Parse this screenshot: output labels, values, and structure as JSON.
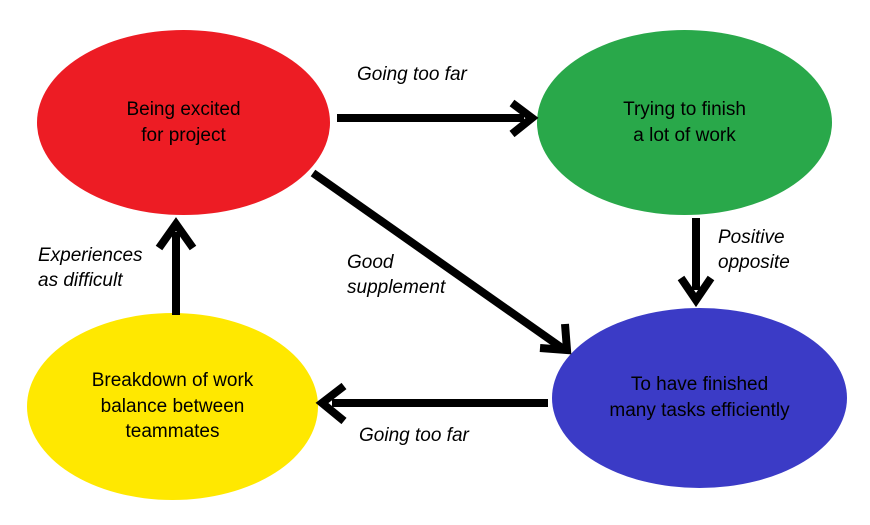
{
  "diagram": {
    "title": "Work motivation cycle diagram",
    "background": "#ffffff",
    "nodes": [
      {
        "id": "excited",
        "label": "Being excited\nfor project",
        "color": "#ED1C24",
        "name": "node-being-excited-for-project"
      },
      {
        "id": "finish",
        "label": "Trying to finish\na lot of work",
        "color": "#29A84A",
        "name": "node-trying-to-finish-a-lot-of-work"
      },
      {
        "id": "breakdown",
        "label": "Breakdown of work\nbalance between\nteammates",
        "color": "#FFE800",
        "name": "node-breakdown-of-work-balance"
      },
      {
        "id": "efficient",
        "label": "To have finished\nmany tasks efficiently",
        "color": "#3B3BC6",
        "name": "node-to-have-finished-many-tasks"
      }
    ],
    "edges": [
      {
        "id": "excited-to-finish",
        "label": "Going too far",
        "from": "excited",
        "to": "finish",
        "direction": "right"
      },
      {
        "id": "finish-to-efficient",
        "label": "Positive\nopposite",
        "from": "finish",
        "to": "efficient",
        "direction": "down"
      },
      {
        "id": "excited-to-efficient",
        "label": "Good\nsupplement",
        "from": "excited",
        "to": "efficient",
        "direction": "diagonal-down-right"
      },
      {
        "id": "efficient-to-breakdown",
        "label": "Going too far",
        "from": "efficient",
        "to": "breakdown",
        "direction": "left"
      },
      {
        "id": "breakdown-to-excited",
        "label": "Experiences\nas difficult",
        "from": "breakdown",
        "to": "excited",
        "direction": "up"
      }
    ],
    "stroke_color": "#000000"
  }
}
